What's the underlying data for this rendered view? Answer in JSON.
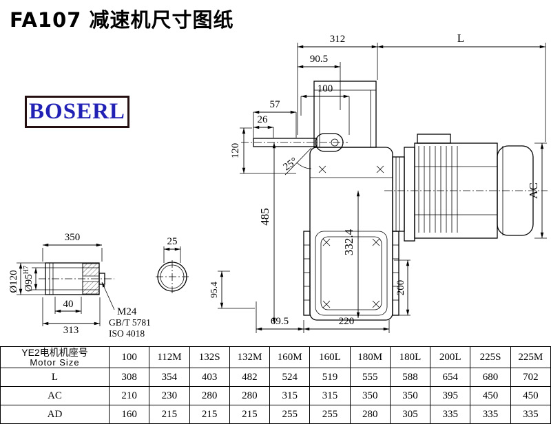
{
  "header": {
    "title": "FA107 减速机尺寸图纸"
  },
  "logo": {
    "text": "BOSERL"
  },
  "drawing": {
    "dims": {
      "w312": "312",
      "L": "L",
      "w90_5": "90.5",
      "w100": "100",
      "w57": "57",
      "w26": "26",
      "h120": "120",
      "angle": "25°",
      "h485": "485",
      "h332_4": "332.4",
      "AC": "AC",
      "h200": "200",
      "w69_5": "69.5",
      "w220": "220",
      "h95_4": "95.4"
    },
    "shaft": {
      "w350": "350",
      "d25": "25",
      "dia120": "Ø120",
      "dia95": "Ø95",
      "dia95_tol": "H7",
      "w40": "40",
      "w313": "313",
      "thread": "M24",
      "std_gb": "GB/T 5781",
      "std_iso": "ISO 4018"
    }
  },
  "table": {
    "header": {
      "cn": "YE2电机机座号",
      "en": "Motor Size"
    },
    "sizes": [
      "100",
      "112M",
      "132S",
      "132M",
      "160M",
      "160L",
      "180M",
      "180L",
      "200L",
      "225S",
      "225M"
    ],
    "rows": [
      {
        "label": "L",
        "values": [
          "308",
          "354",
          "403",
          "482",
          "524",
          "519",
          "555",
          "588",
          "654",
          "680",
          "702"
        ]
      },
      {
        "label": "AC",
        "values": [
          "210",
          "230",
          "280",
          "280",
          "315",
          "315",
          "350",
          "350",
          "395",
          "450",
          "450"
        ]
      },
      {
        "label": "AD",
        "values": [
          "160",
          "215",
          "215",
          "215",
          "255",
          "255",
          "280",
          "305",
          "335",
          "335",
          "335"
        ]
      }
    ]
  }
}
